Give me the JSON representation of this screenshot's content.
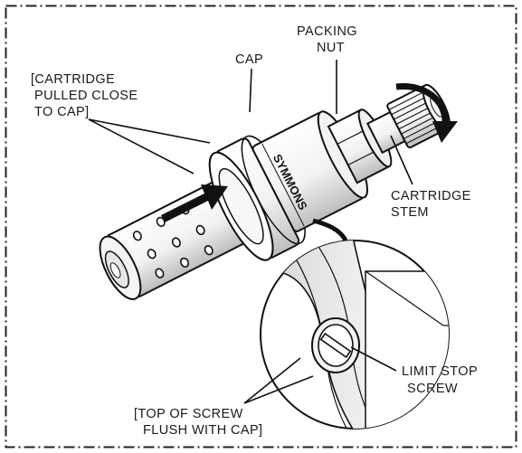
{
  "labels": {
    "packing_nut": [
      "PACKING",
      "NUT"
    ],
    "cap": "CAP",
    "cartridge_pulled": [
      "[CARTRIDGE",
      "PULLED CLOSE",
      "TO CAP]"
    ],
    "cartridge_stem": [
      "CARTRIDGE",
      "STEM"
    ],
    "limit_stop_screw": [
      "LIMIT STOP",
      "SCREW"
    ],
    "top_of_screw": [
      "[TOP OF SCREW",
      "FLUSH WITH CAP]"
    ]
  },
  "brand_text": "SYMMONS",
  "colors": {
    "ink": "#1a1a1a",
    "border": "#222222",
    "part_fill": "#ffffff",
    "shade": "#cfcfcf"
  }
}
